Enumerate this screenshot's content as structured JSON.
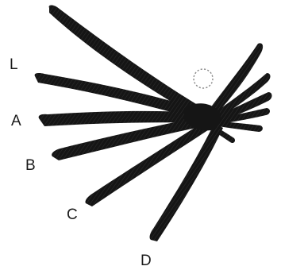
{
  "labels": {
    "L": "L",
    "A": "A",
    "B": "B",
    "C": "C",
    "D": "D"
  },
  "colors": {
    "background": "#ffffff",
    "feather": "#151515",
    "label": "#1a1a1a",
    "dashed_circle": "#8a8a8a"
  },
  "icons": {
    "feathers": "feather-fan",
    "marker": "dashed-circle"
  }
}
